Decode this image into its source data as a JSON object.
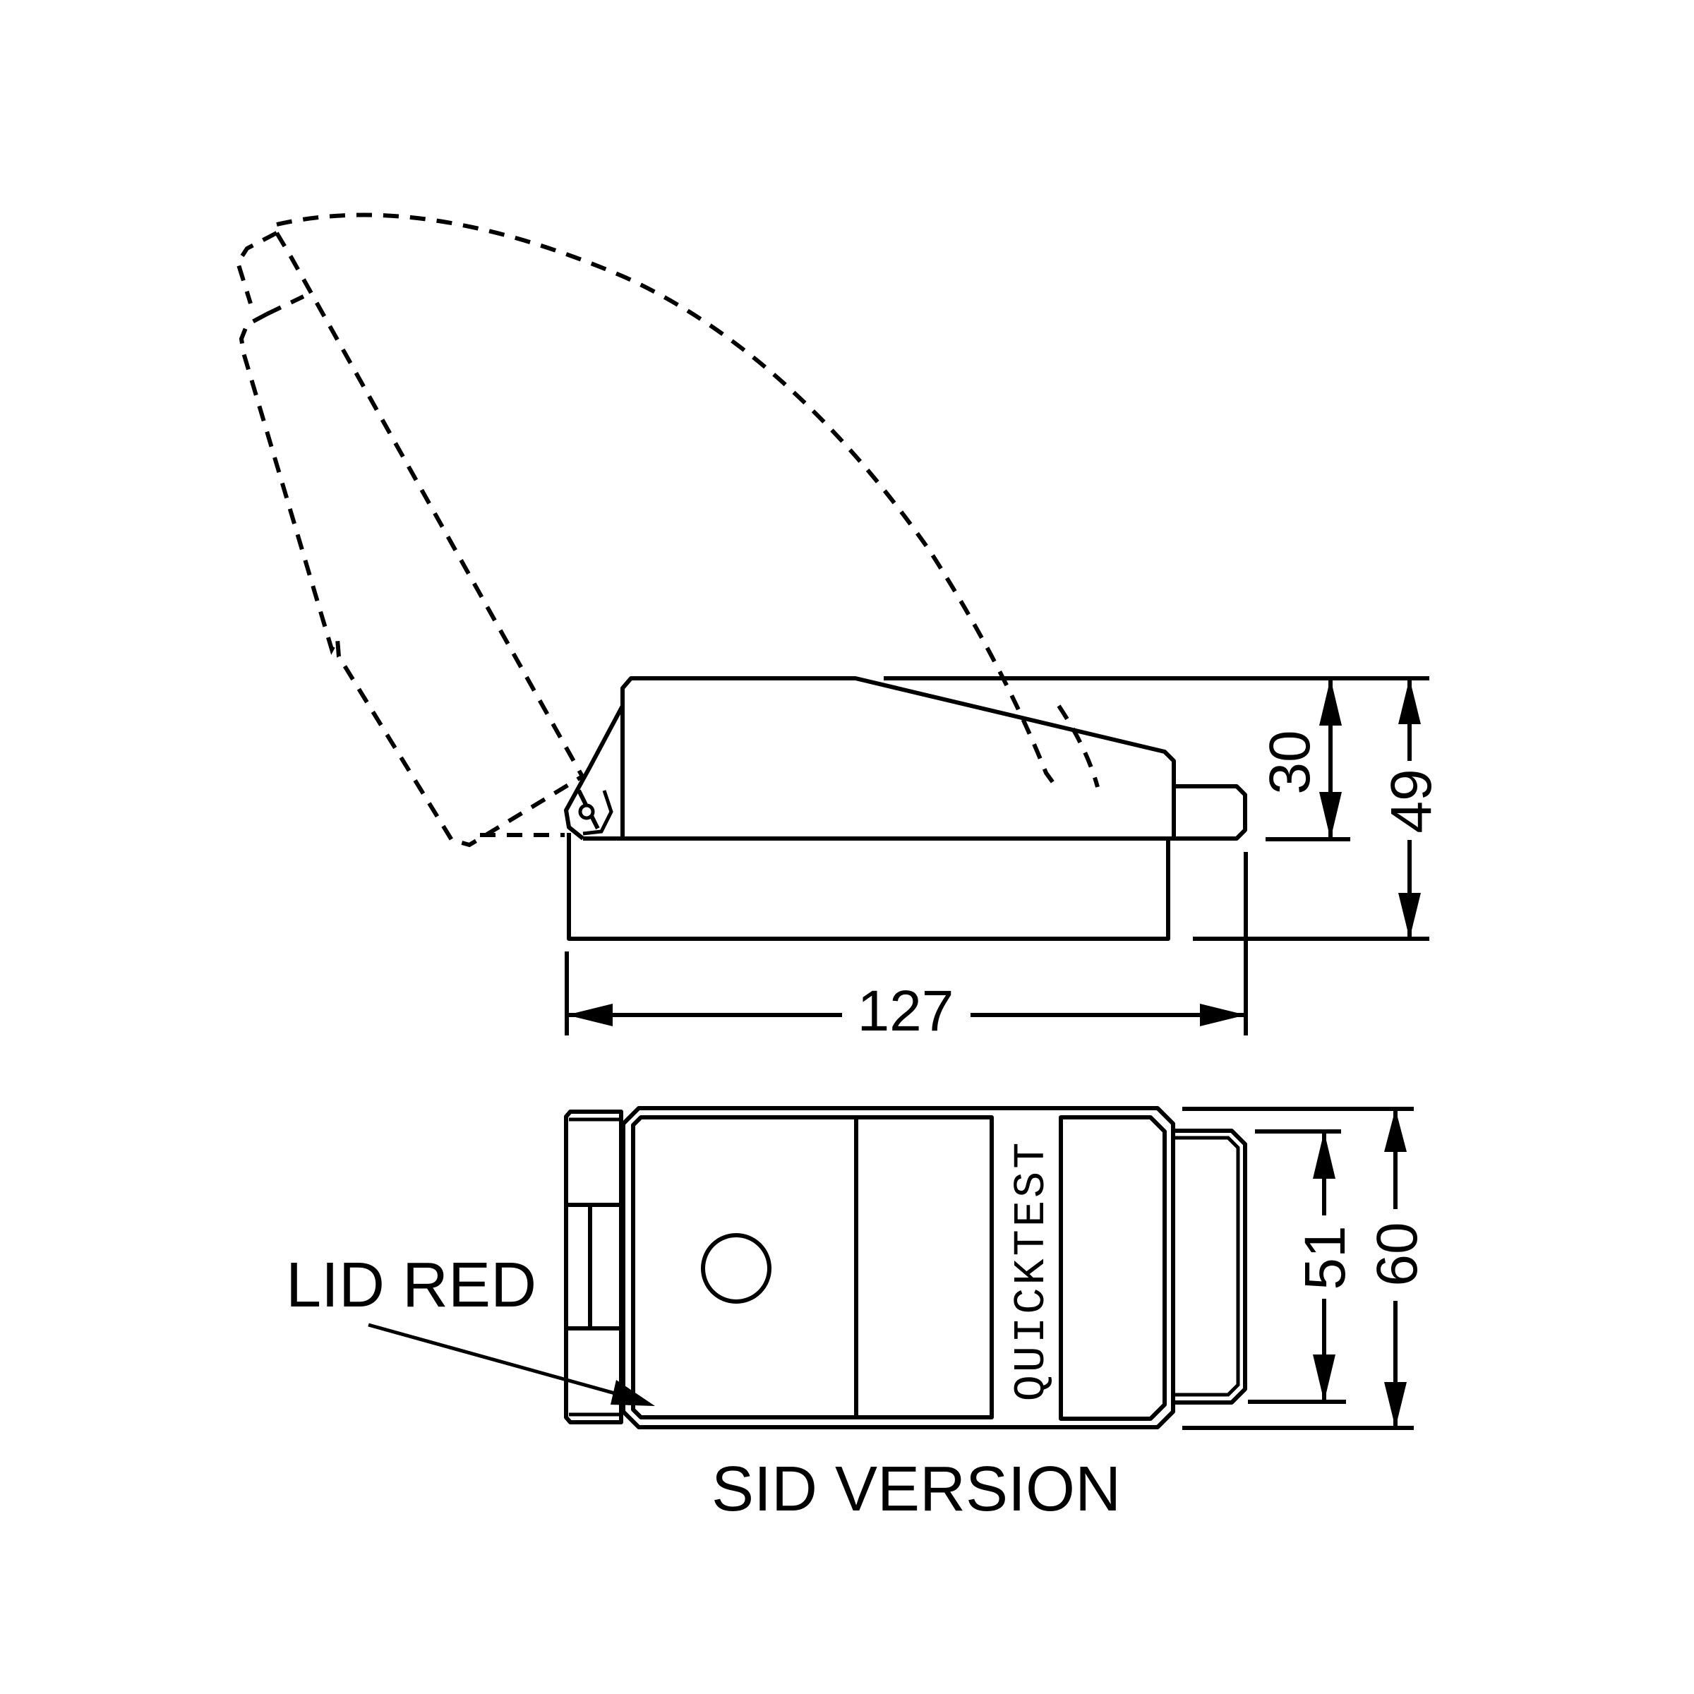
{
  "drawing": {
    "title": "SID VERSION",
    "side_view": {
      "dimensions": {
        "overall_length": "127",
        "lid_height": "30",
        "overall_height": "49"
      }
    },
    "top_view": {
      "product_marking": "QUICKTEST",
      "callout": "LID RED",
      "dimensions": {
        "plug_width": "51",
        "overall_width": "60"
      }
    },
    "colors": {
      "line": "#000000",
      "background": "#ffffff"
    }
  }
}
